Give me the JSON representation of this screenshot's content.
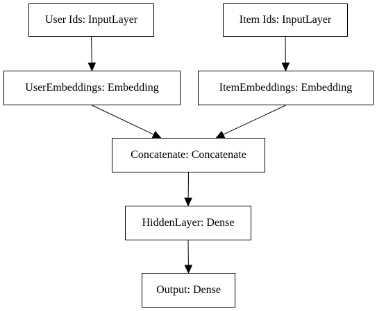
{
  "diagram": {
    "nodes": [
      {
        "id": "user_ids",
        "label": "User Ids: InputLayer"
      },
      {
        "id": "item_ids",
        "label": "Item Ids: InputLayer"
      },
      {
        "id": "user_embeddings",
        "label": "UserEmbeddings: Embedding"
      },
      {
        "id": "item_embeddings",
        "label": "ItemEmbeddings: Embedding"
      },
      {
        "id": "concatenate",
        "label": "Concatenate: Concatenate"
      },
      {
        "id": "hidden_layer",
        "label": "HiddenLayer: Dense"
      },
      {
        "id": "output",
        "label": "Output: Dense"
      }
    ],
    "edges": [
      {
        "from": "user_ids",
        "to": "user_embeddings"
      },
      {
        "from": "item_ids",
        "to": "item_embeddings"
      },
      {
        "from": "user_embeddings",
        "to": "concatenate"
      },
      {
        "from": "item_embeddings",
        "to": "concatenate"
      },
      {
        "from": "concatenate",
        "to": "hidden_layer"
      },
      {
        "from": "hidden_layer",
        "to": "output"
      }
    ]
  }
}
